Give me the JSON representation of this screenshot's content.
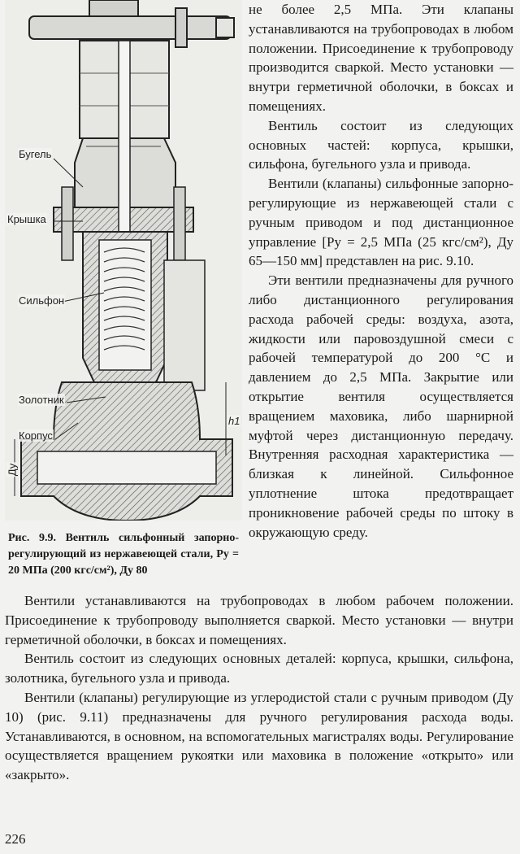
{
  "figure": {
    "labels": {
      "bugel": "Бугель",
      "kryshka": "Крышка",
      "silfon": "Сильфон",
      "zolotnik": "Золотник",
      "korpus": "Корпус",
      "du": "Ду",
      "h1": "h1"
    },
    "caption": "Рис. 9.9. Вентиль сильфонный запорно-регулирующий из нержавеющей стали, Pу = 20 МПа (200 кгс/см²), Ду 80"
  },
  "right_column": {
    "p1": "не более 2,5 МПа. Эти клапаны устанавливаются на трубопроводах в любом положении. Присоединение к трубопроводу производится сваркой. Место установки — внутри герметичной оболочки, в боксах и помещениях.",
    "p2": "Вентиль состоит из следующих основных частей: корпуса, крышки, сильфона, бугельного узла и привода.",
    "p3": "Вентили (клапаны) сильфонные запорно-регулирующие из нержавеющей стали с ручным приводом и под дистанционное управление [Pу = 2,5 МПа (25 кгс/см²), Ду 65—150 мм] представлен на рис. 9.10.",
    "p4": "Эти вентили предназначены для ручного либо дистанционного регулирования расхода рабочей среды: воздуха, азота, жидкости или паровоздушной смеси с рабочей температурой до 200 °С и давлением до 2,5 МПа. Закрытие или открытие вентиля осуществляется вращением маховика, либо шарнирной муфтой через дистанционную передачу. Внутренняя расходная характеристика — близкая к линейной. Сильфонное уплотнение штока предотвращает проникновение рабочей среды по штоку в окружающую среду."
  },
  "full_width": {
    "p1": "Вентили устанавливаются на трубопроводах в любом рабочем положении. Присоединение к трубопроводу выполняется сваркой. Место установки — внутри герметичной оболочки, в боксах и помещениях.",
    "p2": "Вентиль состоит из следующих основных деталей: корпуса, крышки, сильфона, золотника, бугельного узла и привода.",
    "p3": "Вентили (клапаны) регулирующие из углеродистой стали с ручным приводом (Ду 10) (рис. 9.11) предназначены для ручного регулирования расхода воды. Устанавливаются, в основном, на вспомогательных магистралях воды. Регулирование осуществляется вращением рукоятки или маховика в положение «открыто» или «закрыто»."
  },
  "page_number": "226"
}
